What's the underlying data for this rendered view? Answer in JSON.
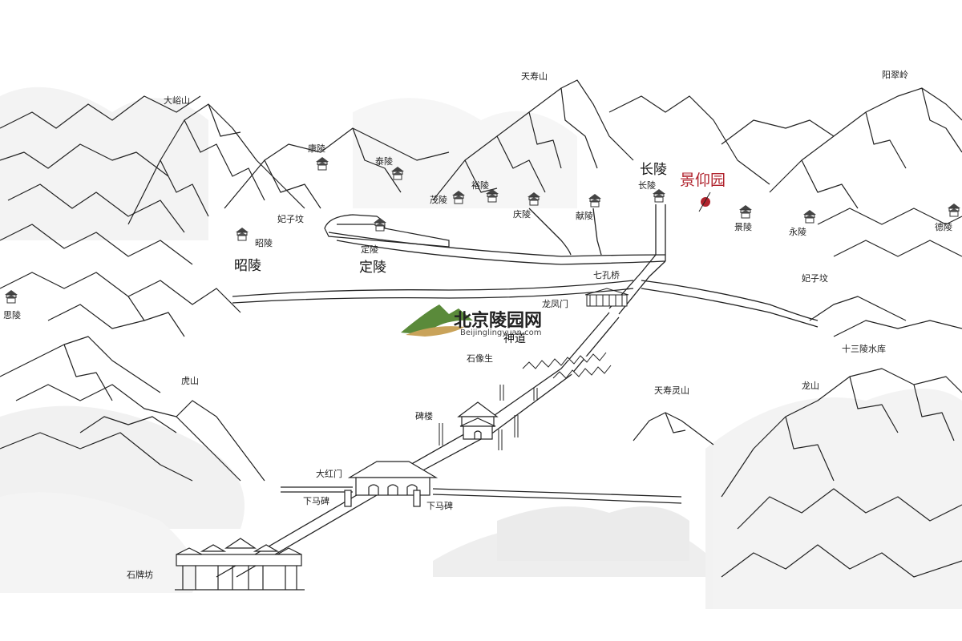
{
  "map": {
    "mountains": {
      "dayu": "大峪山",
      "tianshou": "天寿山",
      "yangcui": "阳翠岭",
      "hu": "虎山",
      "long": "龙山",
      "tianshouling": "天寿灵山"
    },
    "tombs": {
      "kang": "康陵",
      "tai": "泰陵",
      "yu": "裕陵",
      "mao": "茂陵",
      "qing": "庆陵",
      "xian": "献陵",
      "changling_small": "长陵",
      "changling_big": "长陵",
      "jing": "景陵",
      "yong": "永陵",
      "de": "德陵",
      "si": "思陵",
      "zhao_small": "昭陵",
      "zhao_big": "昭陵",
      "ding_small": "定陵",
      "ding_big": "定陵",
      "feizifen_left": "妃子坟",
      "feizifen_right": "妃子坟"
    },
    "sites": {
      "qikongqiao": "七孔桥",
      "longfengmen": "龙凤门",
      "shendao": "神道",
      "shixiangsheng": "石像生",
      "beilou": "碑楼",
      "dahongmen": "大红门",
      "xiamabei_left": "下马碑",
      "xiamabei_right": "下马碑",
      "shipaifang": "石牌坊",
      "reservoir": "十三陵水库"
    },
    "highlight": {
      "label": "景仰园",
      "color": "#b0222c"
    },
    "logo": {
      "title": "北京陵园网",
      "subtitle": "Beijinglingyuan.com"
    }
  }
}
